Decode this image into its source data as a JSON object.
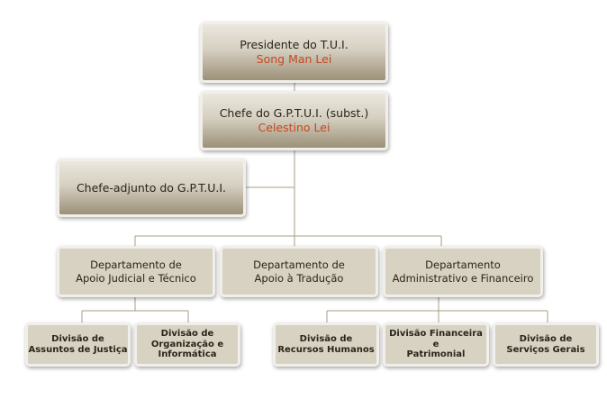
{
  "president": {
    "title": "Presidente do T.U.I.",
    "name": "Song Man Lei"
  },
  "chief": {
    "title": "Chefe do G.P.T.U.I.  (subst.)",
    "name": "Celestino Lei"
  },
  "deputy": {
    "title": "Chefe-adjunto do G.P.T.U.I."
  },
  "departments": [
    {
      "line1": "Departamento de",
      "line2": "Apoio Judicial e Técnico"
    },
    {
      "line1": "Departamento de",
      "line2": "Apoio à Tradução"
    },
    {
      "line1": "Departamento",
      "line2": "Administrativo e Financeiro"
    }
  ],
  "divisions": [
    {
      "line1": "Divisão de",
      "line2": "Assuntos de Justiça",
      "line3": ""
    },
    {
      "line1": "Divisão de",
      "line2": "Organização e",
      "line3": "Informática"
    },
    {
      "line1": "Divisão de",
      "line2": "Recursos Humanos",
      "line3": ""
    },
    {
      "line1": "Divisão Financeira e",
      "line2": "Patrimonial",
      "line3": ""
    },
    {
      "line1": "Divisão de",
      "line2": "Serviços Gerais",
      "line3": ""
    }
  ],
  "colors": {
    "connector": "#a89c86",
    "name": "#c8461e",
    "text": "#2b2419"
  }
}
